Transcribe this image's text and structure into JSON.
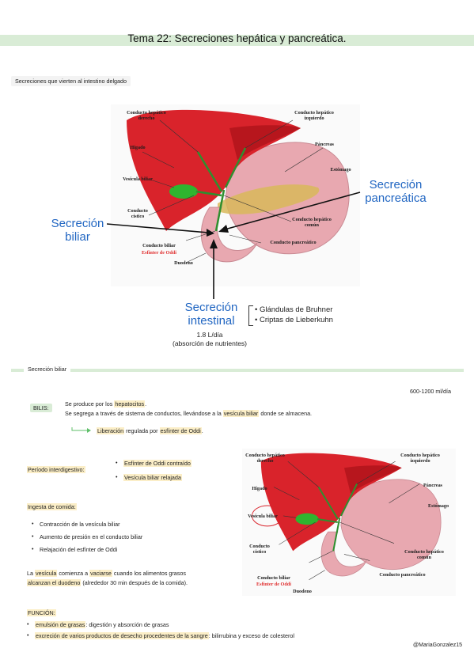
{
  "title": "Tema 22: Secreciones hepática y pancreática.",
  "intro_label": "Secreciones que vierten al intestino delgado",
  "figure1": {
    "labels": {
      "hepatico_derecho": "Conducto hepático derecho",
      "hepatico_izquierdo": "Conducto hepático izquierdo",
      "higado": "Hígado",
      "pancreas": "Páncreas",
      "estomago": "Estómago",
      "vesicula": "Vesícula biliar",
      "cistico": "Conducto cístico",
      "hepatico_comun": "Conducto hepático común",
      "conducto_biliar": "Conducto biliar",
      "esfinter": "Esfínter de Oddi",
      "pancreatico": "Conducto pancreático",
      "duodeno": "Duodeno"
    },
    "secrecion_biliar": "Secreción biliar",
    "secrecion_pancreatica": "Secreción pancreática",
    "secrecion_intestinal": "Secreción intestinal",
    "glands": [
      "Glándulas de Bruhner",
      "Criptas de Lieberkuhn"
    ],
    "volume": "1.8 L/día",
    "volume_note": "(absorción de nutrientes)"
  },
  "section_biliar": "Secreción biliar",
  "rate": "600-1200 ml/día",
  "bilis": {
    "tag": "BILIS:",
    "line1_pre": "Se produce por los ",
    "line1_hl": "hepatocitos",
    "line1_post": ".",
    "line2_pre": "Se segrega a través de sistema de conductos, llevándose a la ",
    "line2_hl": "vesícula biliar",
    "line2_post": " donde se almacena.",
    "arrow_text_hl": "Liberación",
    "arrow_text_mid": " regulada por ",
    "arrow_text_hl2": "esfínter de Oddi",
    "arrow_text_post": "."
  },
  "periodo": {
    "label": "Período interdigestivo:",
    "items": [
      "Esfínter de Oddi contraído",
      "Vesícula biliar relajada"
    ]
  },
  "ingesta": {
    "label": "Ingesta de comida:",
    "items": [
      "Contracción de la vesícula biliar",
      "Aumento de presión en el conducto biliar",
      "Relajación del esfínter de Oddi"
    ]
  },
  "vaciado": {
    "pre": "La ",
    "hl1": "vesícula",
    "mid1": " comienza a ",
    "hl2": "vaciarse",
    "mid2": " cuando los alimentos grasos",
    "line2_hl": "alcanzan el duodeno",
    "line2_post": " (alrededor 30 min después de la comida)."
  },
  "funcion": {
    "label": "FUNCIÓN:",
    "item1_hl": "emulsión de grasas",
    "item1_post": ": digestión y absorción de grasas",
    "item2_hl": "excreción de varios productos de desecho procedentes de la sangre",
    "item2_post": ": bilirrubina y exceso de colesterol"
  },
  "author": "@MariaGonzalez15",
  "colors": {
    "section_bar": "#d9ecd6",
    "highlight": "#fbeec7",
    "blue": "#2166c2",
    "liver": "#d9232b",
    "gallbladder": "#2fb52f",
    "stomach": "#e8a8b0"
  }
}
